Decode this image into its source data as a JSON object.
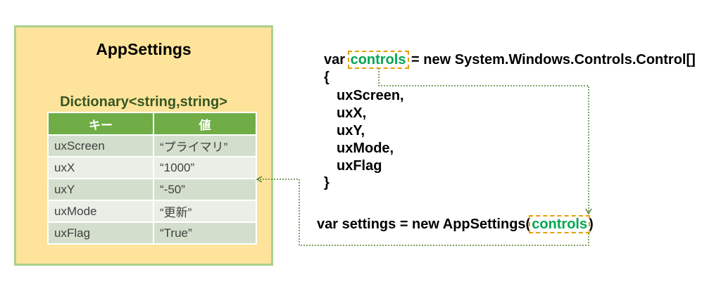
{
  "panel": {
    "title": "AppSettings",
    "dict_type": "Dictionary<string,string>",
    "headers": [
      "キー",
      "値"
    ],
    "rows": [
      {
        "key": "uxScreen",
        "value": "“プライマリ”"
      },
      {
        "key": "uxX",
        "value": "“1000”"
      },
      {
        "key": "uxY",
        "value": "“-50”"
      },
      {
        "key": "uxMode",
        "value": "“更新”"
      },
      {
        "key": "uxFlag",
        "value": "“True”"
      }
    ]
  },
  "code": {
    "line1_pre": "var ",
    "line1_var": "controls",
    "line1_post": " = new System.Windows.Controls.Control[]",
    "open_brace": "{",
    "items": [
      "uxScreen,",
      "uxX,",
      "uxY,",
      "uxMode,",
      "uxFlag"
    ],
    "close_brace": "}",
    "line2_pre": "var settings = new AppSettings(",
    "line2_arg": "controls",
    "line2_post": ")"
  },
  "colors": {
    "panel_bg": "#fde49a",
    "panel_border": "#a9d18e",
    "header_bg": "#70ad47",
    "highlight_text": "#00a651",
    "highlight_border": "#e5a000",
    "connector": "#548235"
  }
}
